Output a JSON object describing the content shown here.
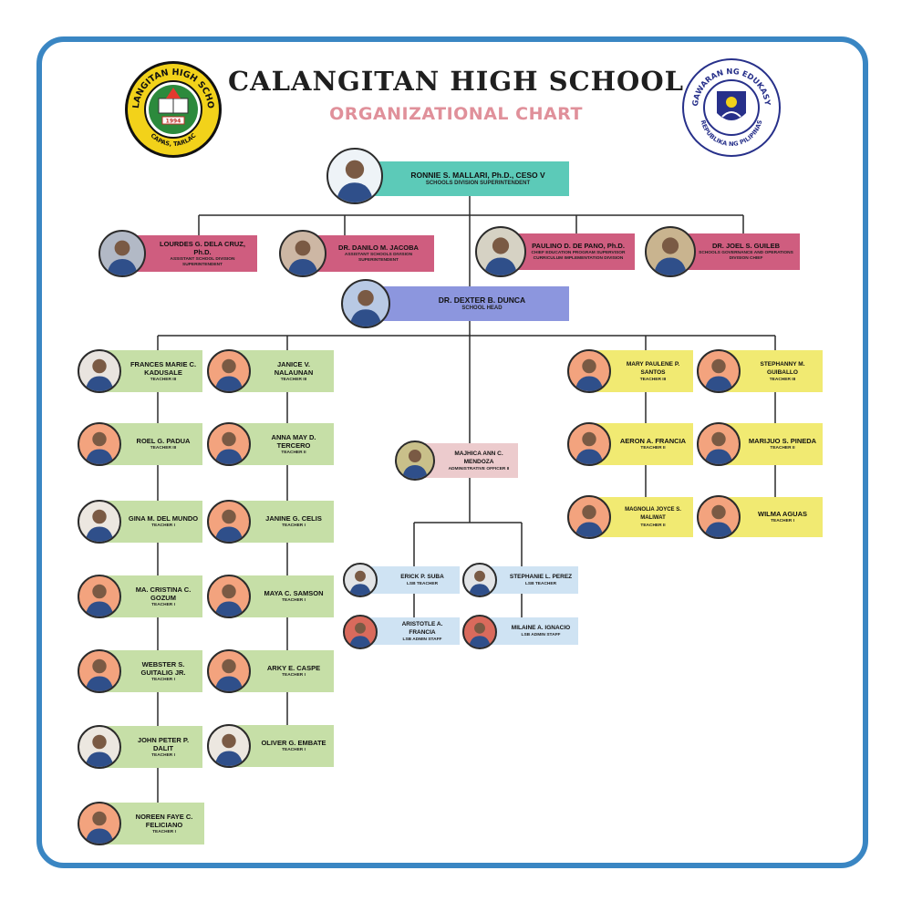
{
  "header": {
    "title": "CALANGITAN HIGH SCHOOL",
    "subtitle": "ORGANIZATIONAL CHART"
  },
  "logos": {
    "school": {
      "ring_text": "CALANGITAN HIGH SCHOOL",
      "year": "1994",
      "location": "CAPAS, TARLAC"
    },
    "deped": {
      "top_text": "KAGAWARAN NG EDUKASYON",
      "bottom_text": "REPUBLIKA NG PILIPINAS"
    }
  },
  "colors": {
    "frame": "#3a86c3",
    "superintendent": "#5ccab8",
    "division_officials": "#cf5d7f",
    "school_head": "#8c96de",
    "teachers_left": "#c6dfa7",
    "teachers_right": "#f1ea72",
    "admin": "#eccbcd",
    "lsb": "#cfe3f3"
  },
  "superintendent": {
    "name": "RONNIE S. MALLARI, Ph.D., CESO V",
    "role": "SCHOOLS DIVISION SUPERINTENDENT"
  },
  "division_officials": [
    {
      "name": "LOURDES G. DELA CRUZ, Ph.D.",
      "role": "ASSISTANT SCHOOL DIVISION SUPERINTENDENT"
    },
    {
      "name": "DR. DANILO M. JACOBA",
      "role": "ASSISTANT SCHOOLS DIVISION SUPERINTENDENT"
    },
    {
      "name": "PAULINO D. DE PANO, Ph.D.",
      "role": "CHIEF EDUCATION PROGRAM SUPERVISOR CURRICULUM IMPLEMENTATION DIVISION"
    },
    {
      "name": "DR. JOEL S. GUILEB",
      "role": "SCHOOLS GOVERNANCE AND OPERATIONS DIVISION CHIEF"
    }
  ],
  "school_head": {
    "name": "DR. DEXTER B. DUNCA",
    "role": "SCHOOL HEAD"
  },
  "teachers_col1": [
    {
      "name": "FRANCES MARIE C. KADUSALE",
      "role": "TEACHER III"
    },
    {
      "name": "ROEL G. PADUA",
      "role": "TEACHER III"
    },
    {
      "name": "GINA M. DEL MUNDO",
      "role": "TEACHER I"
    },
    {
      "name": "MA. CRISTINA C. GOZUM",
      "role": "TEACHER I"
    },
    {
      "name": "WEBSTER S. GUITALIG JR.",
      "role": "TEACHER I"
    },
    {
      "name": "JOHN PETER P. DALIT",
      "role": "TEACHER I"
    },
    {
      "name": "NOREEN FAYE C. FELICIANO",
      "role": "TEACHER I"
    }
  ],
  "teachers_col2": [
    {
      "name": "JANICE V. NALAUNAN",
      "role": "TEACHER III"
    },
    {
      "name": "ANNA MAY D. TERCERO",
      "role": "TEACHER II"
    },
    {
      "name": "JANINE G. CELIS",
      "role": "TEACHER I"
    },
    {
      "name": "MAYA C. SAMSON",
      "role": "TEACHER I"
    },
    {
      "name": "ARKY E. CASPE",
      "role": "TEACHER I"
    },
    {
      "name": "OLIVER G. EMBATE",
      "role": "TEACHER I"
    }
  ],
  "admin_officer": {
    "name": "MAJHICA ANN C. MENDOZA",
    "role": "ADMINISTRATIVE OFFICER II"
  },
  "lsb_staff": [
    {
      "name": "ERICK P. SUBA",
      "role": "LSB TEACHER"
    },
    {
      "name": "STEPHANIE L. PEREZ",
      "role": "LSB TEACHER"
    },
    {
      "name": "ARISTOTLE A. FRANCIA",
      "role": "LSB ADMIN STAFF"
    },
    {
      "name": "MILAINE A. IGNACIO",
      "role": "LSB ADMIN STAFF"
    }
  ],
  "teachers_col3": [
    {
      "name": "MARY PAULENE P. SANTOS",
      "role": "TEACHER III"
    },
    {
      "name": "AERON A. FRANCIA",
      "role": "TEACHER II"
    },
    {
      "name": "MAGNOLIA JOYCE S. MALIWAT",
      "role": "TEACHER II"
    }
  ],
  "teachers_col4": [
    {
      "name": "STEPHANNY M. GUIBALLO",
      "role": "TEACHER III"
    },
    {
      "name": "MARIJUO S. PINEDA",
      "role": "TEACHER II"
    },
    {
      "name": "WILMA AGUAS",
      "role": "TEACHER I"
    }
  ]
}
